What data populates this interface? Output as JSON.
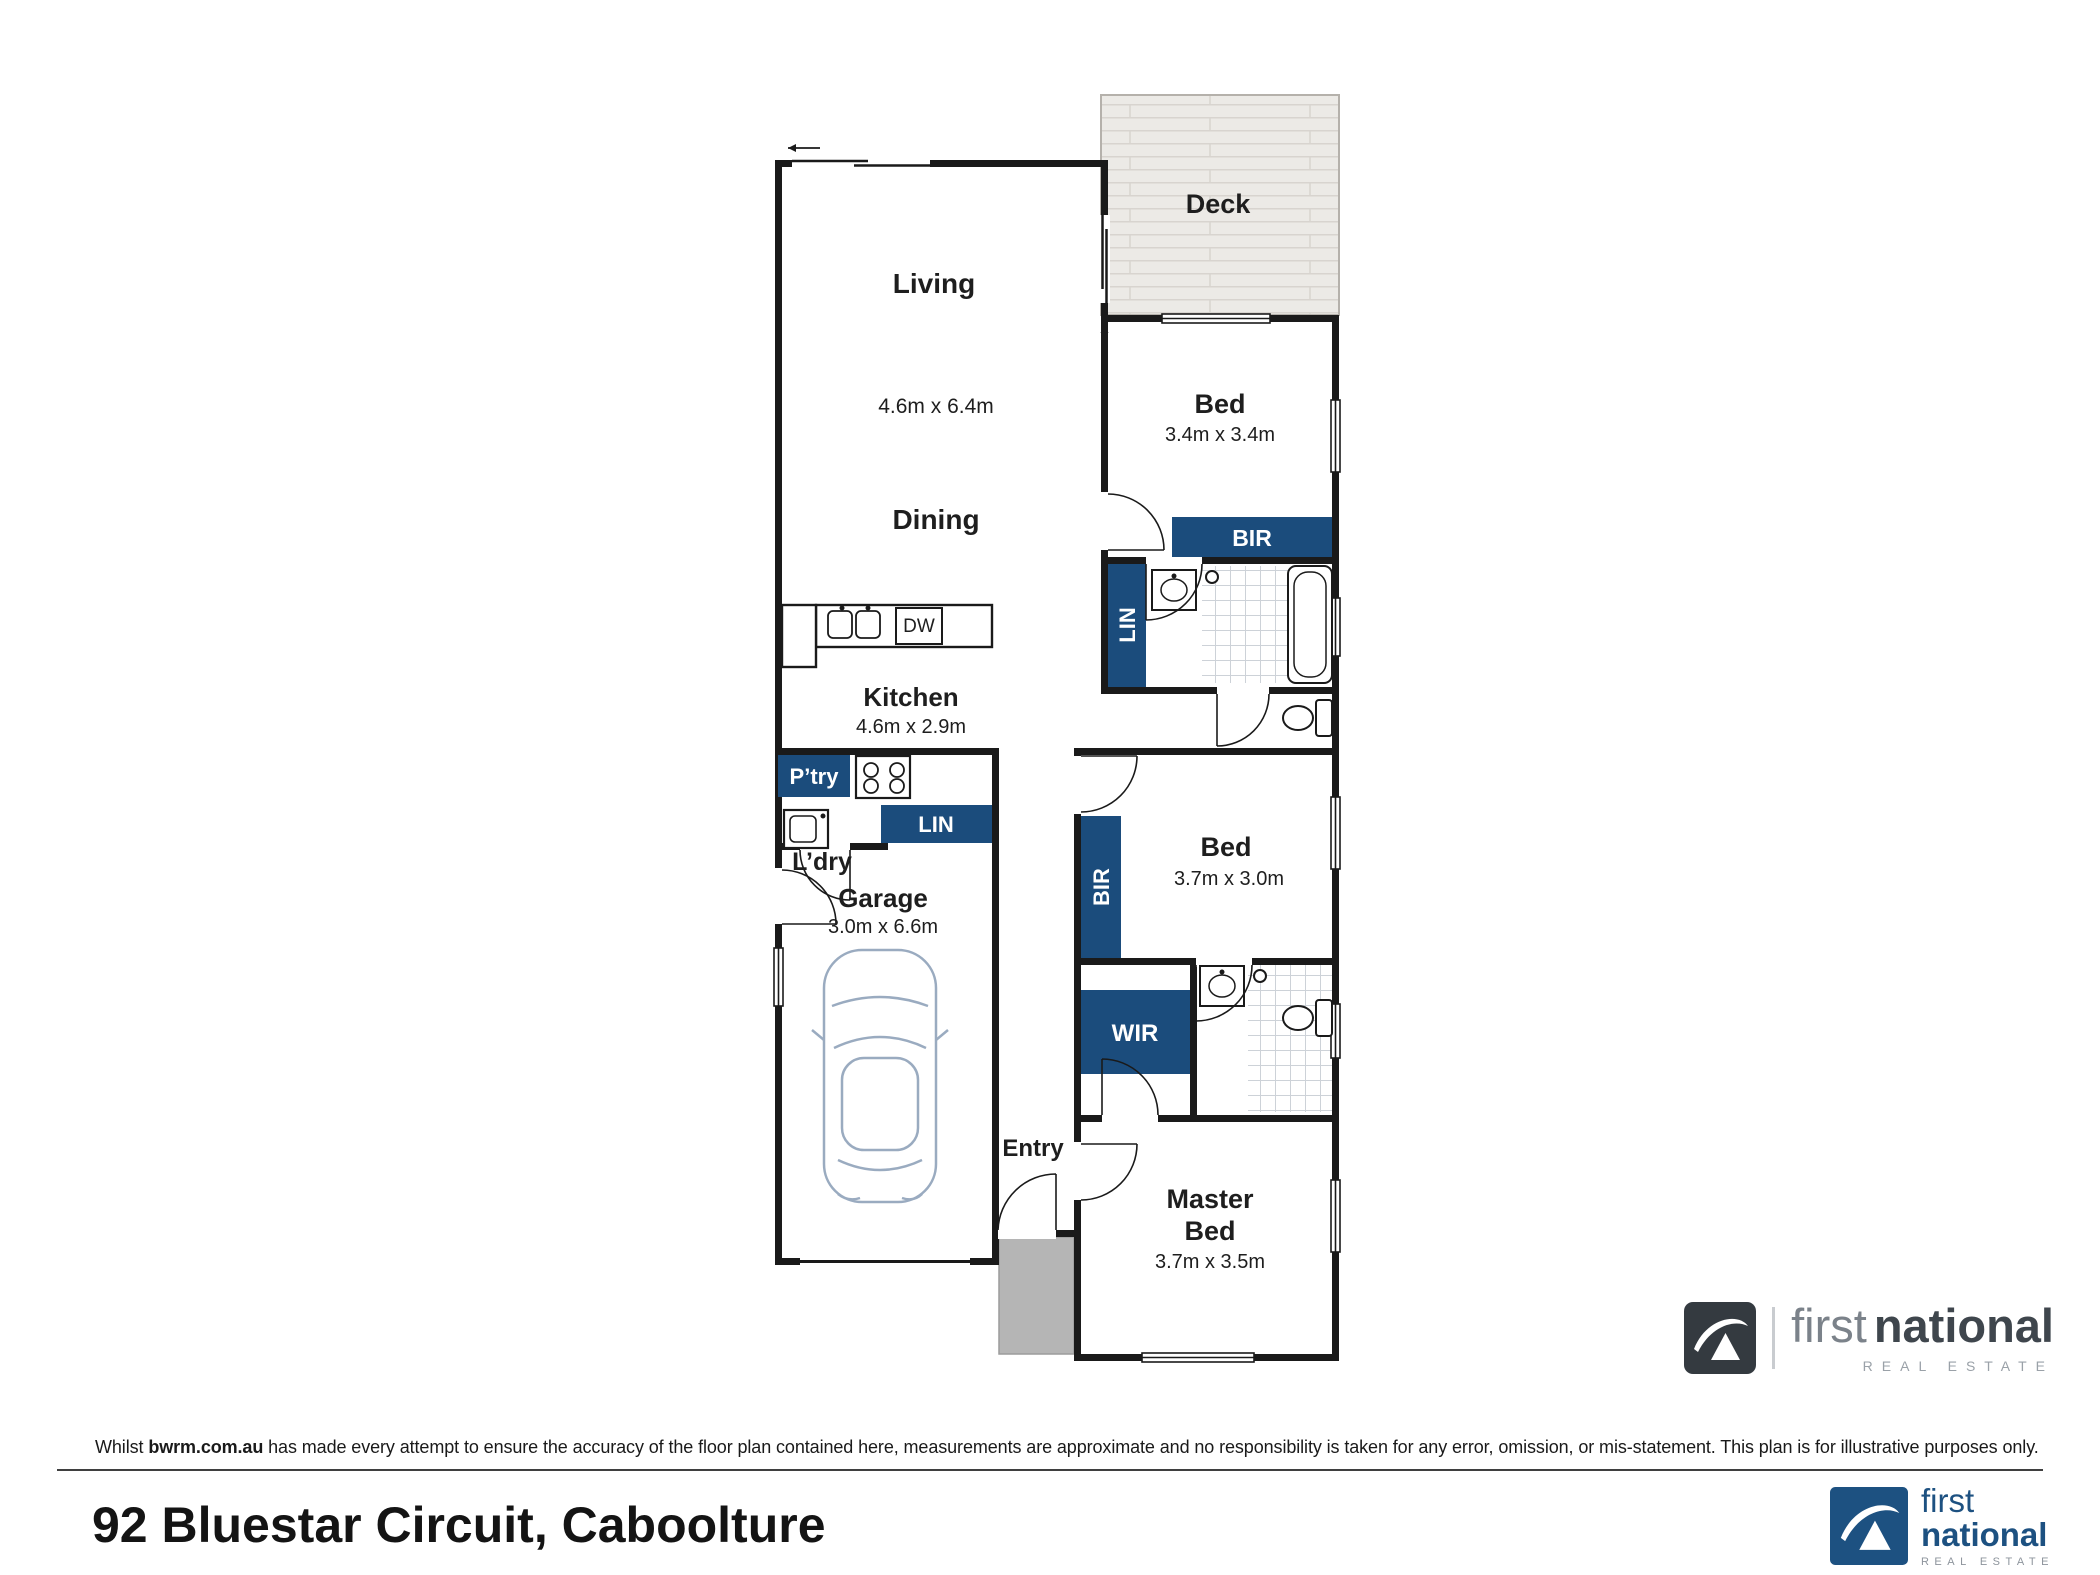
{
  "plan": {
    "rooms": {
      "deck": "Deck",
      "living": "Living",
      "living_dims": "4.6m x 6.4m",
      "dining": "Dining",
      "bed1": "Bed",
      "bed1_dims": "3.4m x 3.4m",
      "kitchen": "Kitchen",
      "kitchen_dims": "4.6m x 2.9m",
      "ldry": "L’dry",
      "garage": "Garage",
      "garage_dims": "3.0m x 6.6m",
      "bed2": "Bed",
      "bed2_dims": "3.7m x 3.0m",
      "master_line1": "Master",
      "master_line2": "Bed",
      "master_dims": "3.7m x 3.5m",
      "entry": "Entry"
    },
    "storage": {
      "bir_bed1": "BIR",
      "lin_hall": "LIN",
      "pantry": "P’try",
      "lin_laundry": "LIN",
      "bir_bed2": "BIR",
      "wir": "WIR",
      "dishwasher": "DW"
    }
  },
  "disclaimer": {
    "prefix": "Whilst ",
    "brand": "bwrm.com.au",
    "rest": " has made every attempt to ensure the accuracy of the floor plan contained here, measurements are approximate and no responsibility is taken for any error, omission, or mis-statement. This plan is for illustrative purposes only."
  },
  "footer": {
    "address": "92 Bluestar Circuit, Caboolture"
  },
  "logo": {
    "first": "first",
    "national": "national",
    "tagline": "REAL ESTATE"
  },
  "colors": {
    "navy": "#1b4c7c",
    "wall": "#1a1a1a",
    "deck": "#eceae6",
    "porch": "#b5b5b5",
    "logo_navy": "#1d5181"
  }
}
